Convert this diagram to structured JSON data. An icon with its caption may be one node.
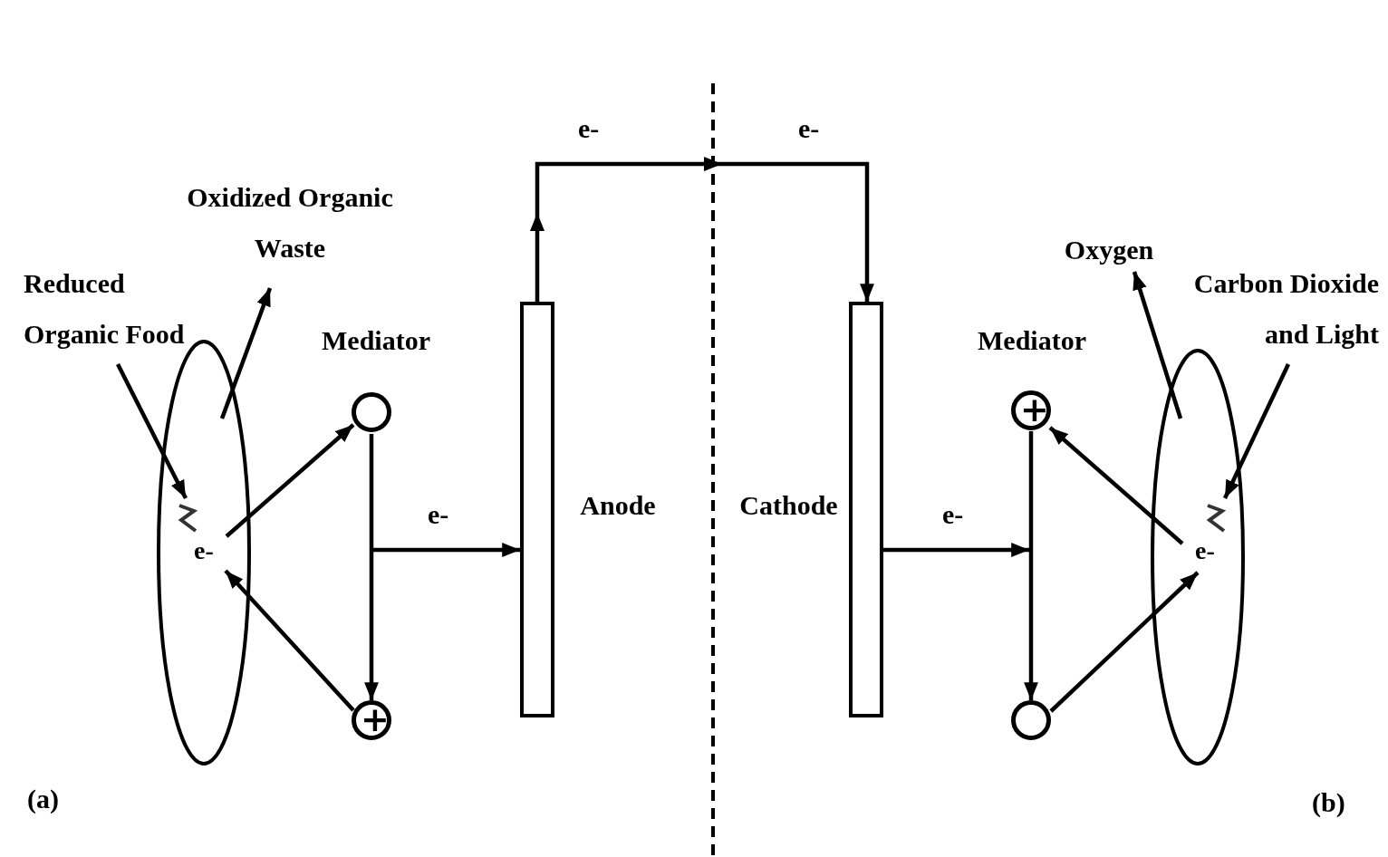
{
  "diagram": {
    "nodes": [
      {
        "text": [],
        "shape": "ellipse"
      },
      {
        "text": [
          "e-"
        ],
        "in": 0
      },
      {
        "text": [
          "Reduced Organic Food"
        ]
      },
      {
        "text": [
          "Oxidized Organic Waste"
        ]
      },
      {
        "text": [
          "Mediator"
        ]
      },
      {
        "text": [
          "+"
        ]
      },
      {
        "text": [],
        "shape": "box",
        "beside": [
          "Anode"
        ]
      },
      {
        "text": [],
        "shape": "box",
        "beside": [
          "Cathode"
        ]
      },
      {
        "text": [
          "Mediator",
          "+"
        ]
      },
      {
        "text": [],
        "shape": "circle"
      },
      {
        "text": [],
        "shape": "ellipse"
      },
      {
        "text": [
          "e-"
        ],
        "in": 10
      },
      {
        "text": [
          "Oxygen"
        ]
      },
      {
        "text": [
          "Carbon Dioxide and Light"
        ]
      }
    ],
    "edges": [
      {
        "from": 2,
        "to": 1,
        "arrow": "to"
      },
      {
        "from": 0,
        "to": 3,
        "arrow": "to"
      },
      {
        "from": 1,
        "to": 4,
        "arrow": "to"
      },
      {
        "from": 5,
        "to": 1,
        "arrow": "to"
      },
      {
        "from": 4,
        "to": 5,
        "arrow": "to"
      },
      {
        "from": null,
        "to": 6,
        "arrow": "to",
        "label": "e-"
      },
      {
        "from": 6,
        "to": 7,
        "arrow": "to",
        "label": "e-"
      },
      {
        "from": 7,
        "to": null,
        "arrow": "to",
        "label": "e-"
      },
      {
        "from": 8,
        "to": 9,
        "arrow": "to"
      },
      {
        "from": 11,
        "to": 8,
        "arrow": "to"
      },
      {
        "from": 9,
        "to": 11,
        "arrow": "to"
      },
      {
        "from": 13,
        "to": 11,
        "arrow": "to"
      },
      {
        "from": 10,
        "to": 12,
        "arrow": "to"
      }
    ],
    "labels": [
      "e-",
      "(a)",
      "(b)"
    ]
  }
}
